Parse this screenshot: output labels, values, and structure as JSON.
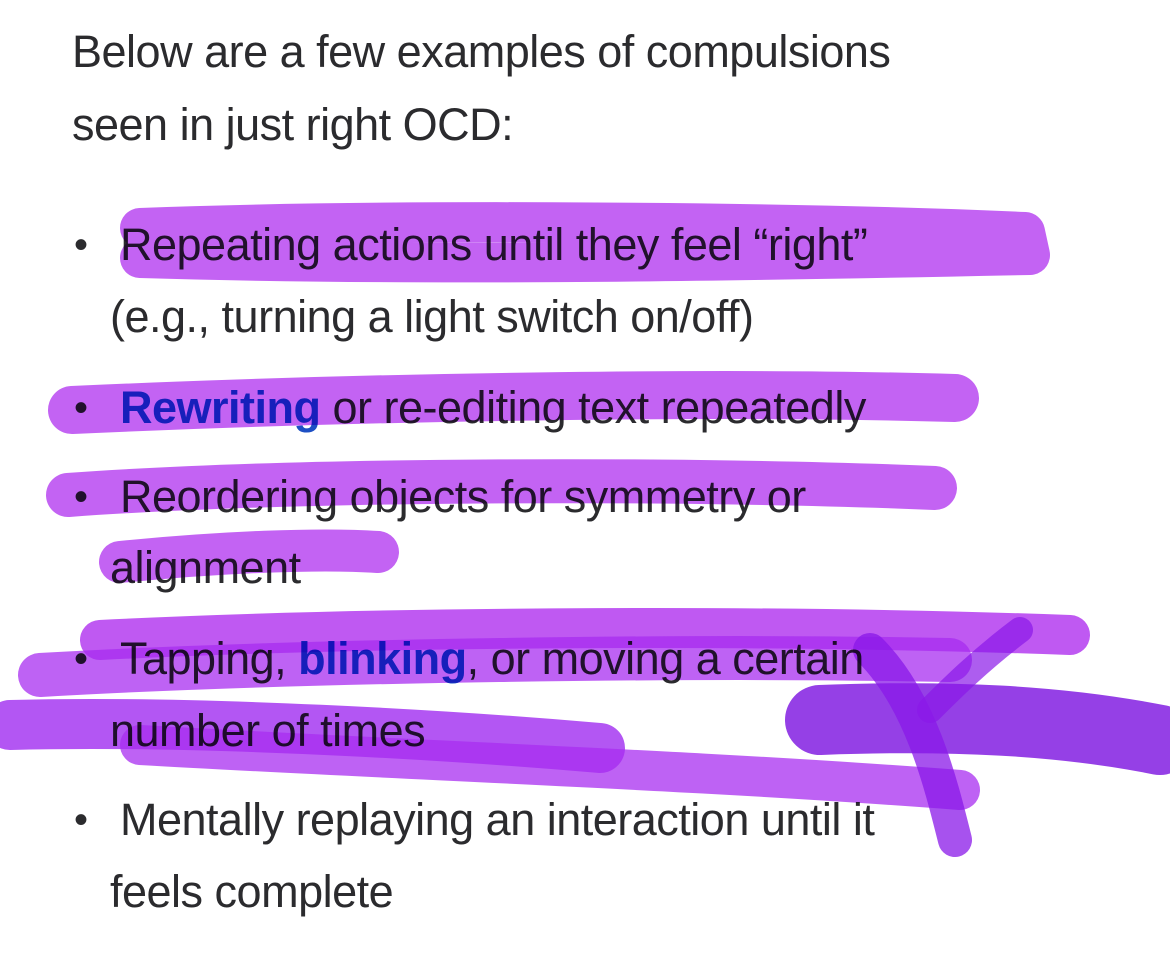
{
  "intro": {
    "line1": "Below are a few examples of compulsions",
    "line2": "seen in just right OCD:"
  },
  "bullet_glyph": "•",
  "items": [
    {
      "line1": "Repeating actions until they feel “right”",
      "line2": "(e.g., turning a light switch on/off)"
    },
    {
      "link": "Rewriting",
      "rest": " or re-editing text repeatedly"
    },
    {
      "line1": "Reordering objects for symmetry or",
      "line2": "alignment"
    },
    {
      "pre": "Tapping, ",
      "link": "blinking",
      "post": ", or moving a certain",
      "line2": "number of times"
    },
    {
      "line1": "Mentally replaying an interaction until it",
      "line2": "feels complete"
    }
  ],
  "colors": {
    "text": "#2b2b2e",
    "link": "#1d4fc4",
    "highlight": "#b43cf0",
    "highlight_dark": "#7a10e0"
  }
}
